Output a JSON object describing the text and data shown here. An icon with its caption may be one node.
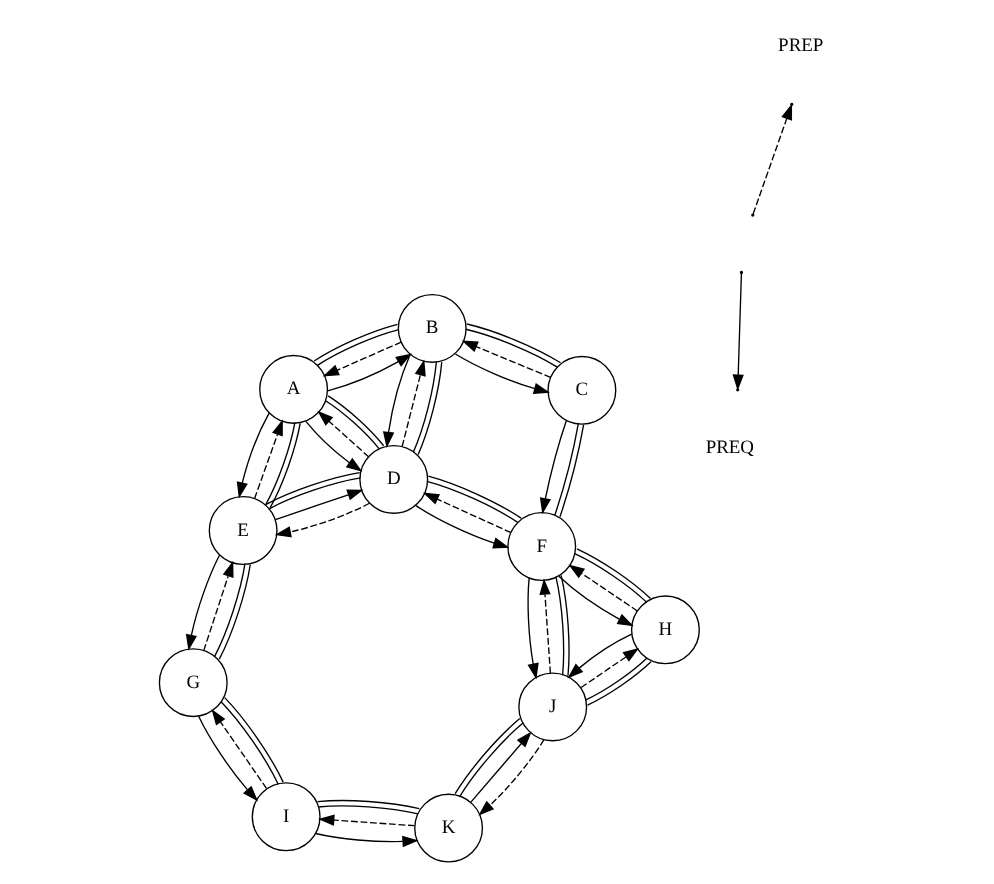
{
  "diagram": {
    "nodes": [
      {
        "text": [
          "A"
        ]
      },
      {
        "text": [
          "B"
        ]
      },
      {
        "text": [
          "C"
        ]
      },
      {
        "text": [
          "D"
        ]
      },
      {
        "text": [
          "E"
        ]
      },
      {
        "text": [
          "F"
        ]
      },
      {
        "text": [
          "G"
        ]
      },
      {
        "text": [
          "H"
        ]
      },
      {
        "text": [
          "I"
        ]
      },
      {
        "text": [
          "J"
        ]
      },
      {
        "text": [
          "K"
        ]
      }
    ],
    "edges": [
      {
        "from": 0,
        "to": 4,
        "arrow": "none"
      },
      {
        "from": 0,
        "to": 4,
        "arrow": "to"
      },
      {
        "from": 4,
        "to": 0,
        "arrow": "to",
        "style": "dashed"
      },
      {
        "from": 0,
        "to": 3,
        "arrow": "none"
      },
      {
        "from": 0,
        "to": 3,
        "arrow": "to"
      },
      {
        "from": 3,
        "to": 0,
        "arrow": "to",
        "style": "dashed"
      },
      {
        "from": 0,
        "to": 1,
        "arrow": "none"
      },
      {
        "from": 0,
        "to": 1,
        "arrow": "to"
      },
      {
        "from": 1,
        "to": 0,
        "arrow": "to",
        "style": "dashed"
      },
      {
        "from": 4,
        "to": 3,
        "arrow": "none"
      },
      {
        "from": 4,
        "to": 3,
        "arrow": "to"
      },
      {
        "from": 3,
        "to": 4,
        "arrow": "to",
        "style": "dashed"
      },
      {
        "from": 4,
        "to": 6,
        "arrow": "none"
      },
      {
        "from": 4,
        "to": 6,
        "arrow": "to"
      },
      {
        "from": 6,
        "to": 4,
        "arrow": "to",
        "style": "dashed"
      },
      {
        "from": 6,
        "to": 8,
        "arrow": "none"
      },
      {
        "from": 6,
        "to": 8,
        "arrow": "to"
      },
      {
        "from": 8,
        "to": 6,
        "arrow": "to",
        "style": "dashed"
      },
      {
        "from": 1,
        "to": 3,
        "arrow": "none"
      },
      {
        "from": 1,
        "to": 3,
        "arrow": "to"
      },
      {
        "from": 3,
        "to": 1,
        "arrow": "to",
        "style": "dashed"
      },
      {
        "from": 1,
        "to": 2,
        "arrow": "none"
      },
      {
        "from": 1,
        "to": 2,
        "arrow": "to"
      },
      {
        "from": 2,
        "to": 1,
        "arrow": "to",
        "style": "dashed"
      },
      {
        "from": 3,
        "to": 5,
        "arrow": "none"
      },
      {
        "from": 3,
        "to": 5,
        "arrow": "to"
      },
      {
        "from": 5,
        "to": 3,
        "arrow": "to",
        "style": "dashed"
      },
      {
        "from": 2,
        "to": 5,
        "arrow": "none"
      },
      {
        "from": 2,
        "to": 5,
        "arrow": "to"
      },
      {
        "from": 8,
        "to": 10,
        "arrow": "none"
      },
      {
        "from": 8,
        "to": 10,
        "arrow": "to"
      },
      {
        "from": 10,
        "to": 8,
        "arrow": "to",
        "style": "dashed"
      },
      {
        "from": 10,
        "to": 9,
        "arrow": "none"
      },
      {
        "from": 10,
        "to": 9,
        "arrow": "to"
      },
      {
        "from": 9,
        "to": 10,
        "arrow": "to",
        "style": "dashed"
      },
      {
        "from": 5,
        "to": 9,
        "arrow": "none"
      },
      {
        "from": 5,
        "to": 9,
        "arrow": "to"
      },
      {
        "from": 9,
        "to": 5,
        "arrow": "to",
        "style": "dashed"
      },
      {
        "from": 5,
        "to": 7,
        "arrow": "none"
      },
      {
        "from": 5,
        "to": 7,
        "arrow": "to"
      },
      {
        "from": 7,
        "to": 5,
        "arrow": "to",
        "style": "dashed"
      },
      {
        "from": 7,
        "to": 9,
        "arrow": "none"
      },
      {
        "from": 7,
        "to": 9,
        "arrow": "to"
      },
      {
        "from": 9,
        "to": 7,
        "arrow": "to",
        "style": "dashed"
      }
    ],
    "legend": [
      {
        "text": "PREQ"
      },
      {
        "text": "PREP"
      }
    ]
  }
}
